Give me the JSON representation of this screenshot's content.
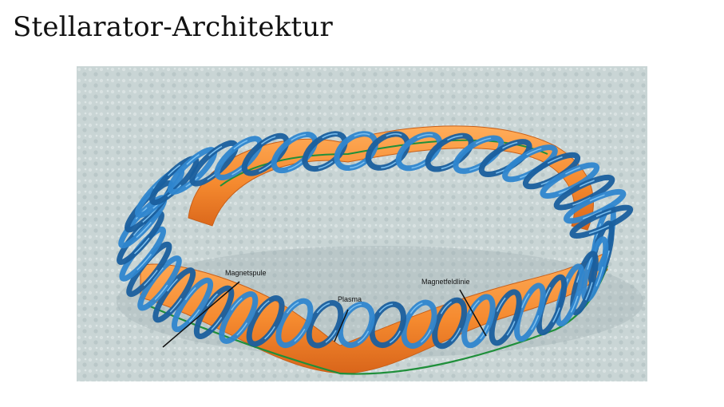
{
  "slide": {
    "title": "Stellarator-Architektur"
  },
  "figure": {
    "labels": {
      "coil": "Magnetspule",
      "plasma": "Plasma",
      "field_line": "Magnetfeldlinie"
    },
    "colors": {
      "background": "#c9d6d6",
      "coil": "#2f86cf",
      "coil_dark": "#1a5f9e",
      "plasma": "#f58a2f",
      "plasma_dark": "#d9651a",
      "field_line": "#1f8f3a"
    }
  }
}
